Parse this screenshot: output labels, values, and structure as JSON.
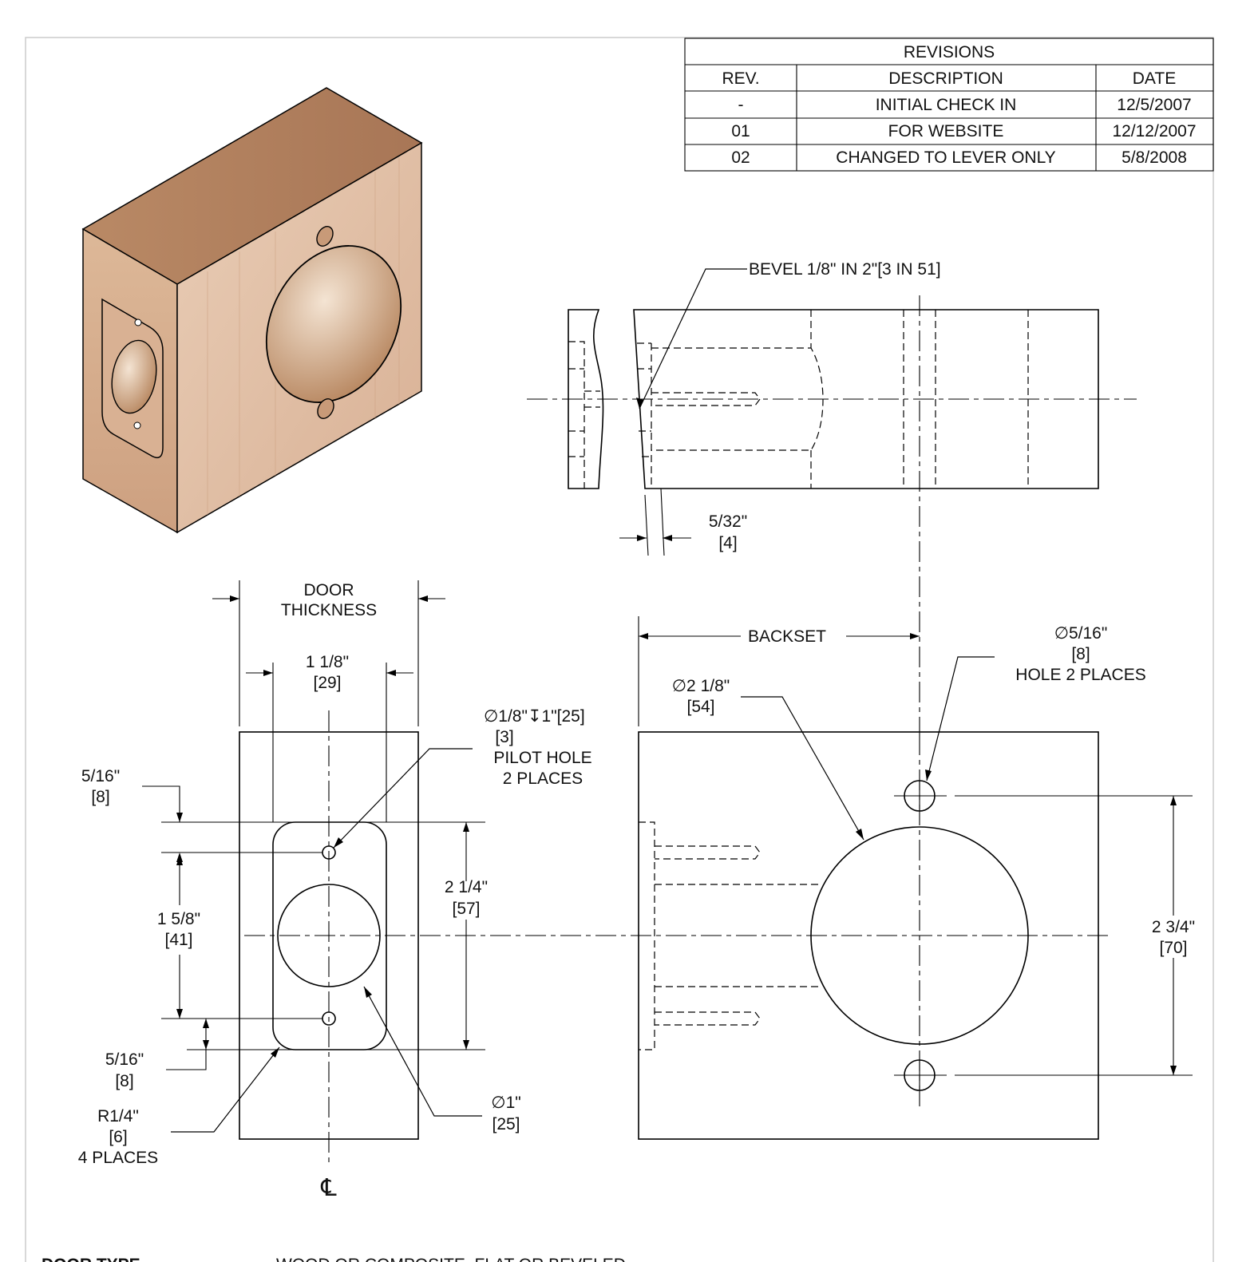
{
  "revisions": {
    "title": "REVISIONS",
    "headers": [
      "REV.",
      "DESCRIPTION",
      "DATE"
    ],
    "rows": [
      [
        "-",
        "INITIAL CHECK IN",
        "12/5/2007"
      ],
      [
        "01",
        "FOR WEBSITE",
        "12/12/2007"
      ],
      [
        "02",
        "CHANGED TO LEVER ONLY",
        "5/8/2008"
      ]
    ]
  },
  "labels": {
    "bevel": "BEVEL 1/8\" IN 2\"[3 IN 51]",
    "bevel_width": {
      "imperial": "5/32\"",
      "metric": "[4]"
    },
    "door_thickness": [
      "DOOR",
      "THICKNESS"
    ],
    "faceplate_width": {
      "imperial": "1 1/8\"",
      "metric": "[29]"
    },
    "pilot_hole": {
      "spec": "∅1/8\"↧1\"[25]",
      "metric": "[3]",
      "line1": "PILOT HOLE",
      "line2": "2 PLACES"
    },
    "top_offset": {
      "imperial": "5/16\"",
      "metric": "[8]"
    },
    "hole_spacing": {
      "imperial": "1 5/8\"",
      "metric": "[41]"
    },
    "faceplate_height": {
      "imperial": "2 1/4\"",
      "metric": "[57]"
    },
    "bottom_offset": {
      "imperial": "5/16\"",
      "metric": "[8]"
    },
    "radius": {
      "imperial": "R1/4\"",
      "metric": "[6]",
      "places": "4 PLACES"
    },
    "latch_bore": {
      "imperial": "∅1\"",
      "metric": "[25]"
    },
    "backset": "BACKSET",
    "bore_diameter": {
      "imperial": "∅2 1/8\"",
      "metric": "[54]"
    },
    "bolt_hole": {
      "imperial": "∅5/16\"",
      "metric": "[8]",
      "places": "HOLE 2 PLACES"
    },
    "bolt_spacing": {
      "imperial": "2 3/4\"",
      "metric": "[70]"
    },
    "centerline": "℄"
  },
  "footer": {
    "door_type_label": "DOOR TYPE",
    "door_type_value": "WOOD OR COMPOSITE, FLAT OR BEVELED"
  },
  "colors": {
    "wood_light": "#e6c7ad",
    "wood_mid": "#d2a98a",
    "wood_dark": "#a87656",
    "line": "#000000",
    "border": "#cccccc"
  }
}
